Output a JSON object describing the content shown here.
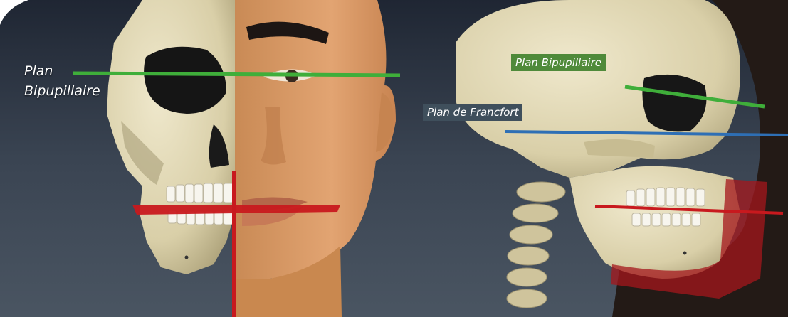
{
  "labels": {
    "front_bipupillaire_line1": "Plan",
    "front_bipupillaire_line2": "Bipupillaire",
    "side_bipupillaire": "Plan Bipupillaire",
    "side_francfort": "Plan de Francfort"
  },
  "colors": {
    "background_dark": "#2b3442",
    "bone": "#e2d9b8",
    "skin": "#d99a66",
    "plane_bipupillaire": "#3fae3a",
    "plane_francfort": "#2e6fb5",
    "plane_occlusal": "#c8191e",
    "label_bg_bipupillaire": "#4f8a3a",
    "label_bg_francfort": "#3f4f5c"
  }
}
